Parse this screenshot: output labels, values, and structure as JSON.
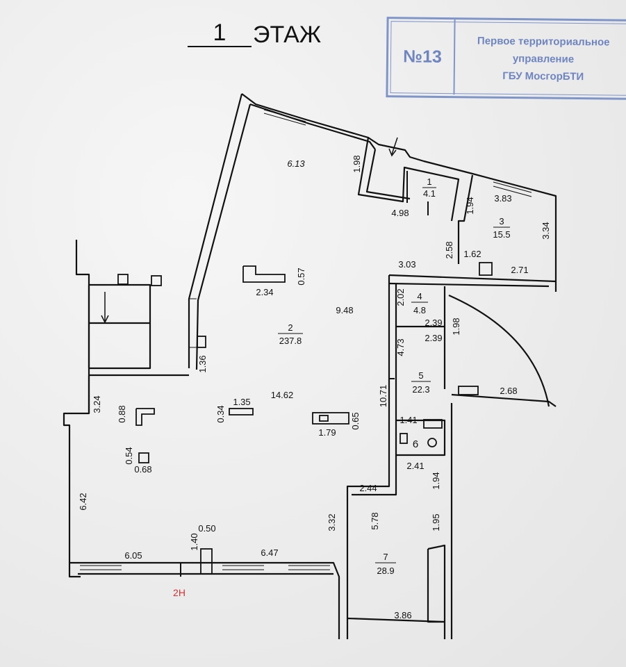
{
  "header": {
    "floor_number": "1",
    "floor_word": "ЭТАЖ"
  },
  "stamp": {
    "number": "№13",
    "line1": "Первое территориальное",
    "line2": "управление",
    "line3": "ГБУ МосгорБТИ"
  },
  "rooms": [
    {
      "n": "1",
      "area": "4.1"
    },
    {
      "n": "2",
      "area": "237.8"
    },
    {
      "n": "3",
      "area": "15.5"
    },
    {
      "n": "4",
      "area": "4.8"
    },
    {
      "n": "5",
      "area": "22.3"
    },
    {
      "n": "6",
      "area": ""
    },
    {
      "n": "7",
      "area": "28.9"
    }
  ],
  "dimensions": {
    "d_6_13": "6.13",
    "d_1_98": "1.98",
    "d_4_98": "4.98",
    "d_1_94a": "1.94",
    "d_3_83": "3.83",
    "d_3_34": "3.34",
    "d_2_58": "2.58",
    "d_1_62": "1.62",
    "d_3_03": "3.03",
    "d_2_71": "2.71",
    "d_2_34": "2.34",
    "d_0_57": "0.57",
    "d_9_48": "9.48",
    "d_2_02": "2.02",
    "d_2_39a": "2.39",
    "d_2_39b": "2.39",
    "d_1_98b": "1.98",
    "d_4_73": "4.73",
    "d_1_36": "1.36",
    "d_10_71": "10.71",
    "d_14_62": "14.62",
    "d_2_68": "2.68",
    "d_3_24": "3.24",
    "d_0_88": "0.88",
    "d_0_34": "0.34",
    "d_1_35": "1.35",
    "d_1_79": "1.79",
    "d_0_65": "0.65",
    "d_1_41": "1.41",
    "d_0_54": "0.54",
    "d_0_68": "0.68",
    "d_2_41": "2.41",
    "d_1_94b": "1.94",
    "d_2_44": "2.44",
    "d_6_42": "6.42",
    "d_5_78": "5.78",
    "d_3_32": "3.32",
    "d_1_95": "1.95",
    "d_0_50": "0.50",
    "d_1_40": "1.40",
    "d_6_05": "6.05",
    "d_6_47": "6.47",
    "d_3_86": "3.86"
  },
  "axis_mark": "2Н",
  "colors": {
    "ink": "#111111",
    "stamp": "#6e85c0",
    "axis": "#cc3333"
  }
}
